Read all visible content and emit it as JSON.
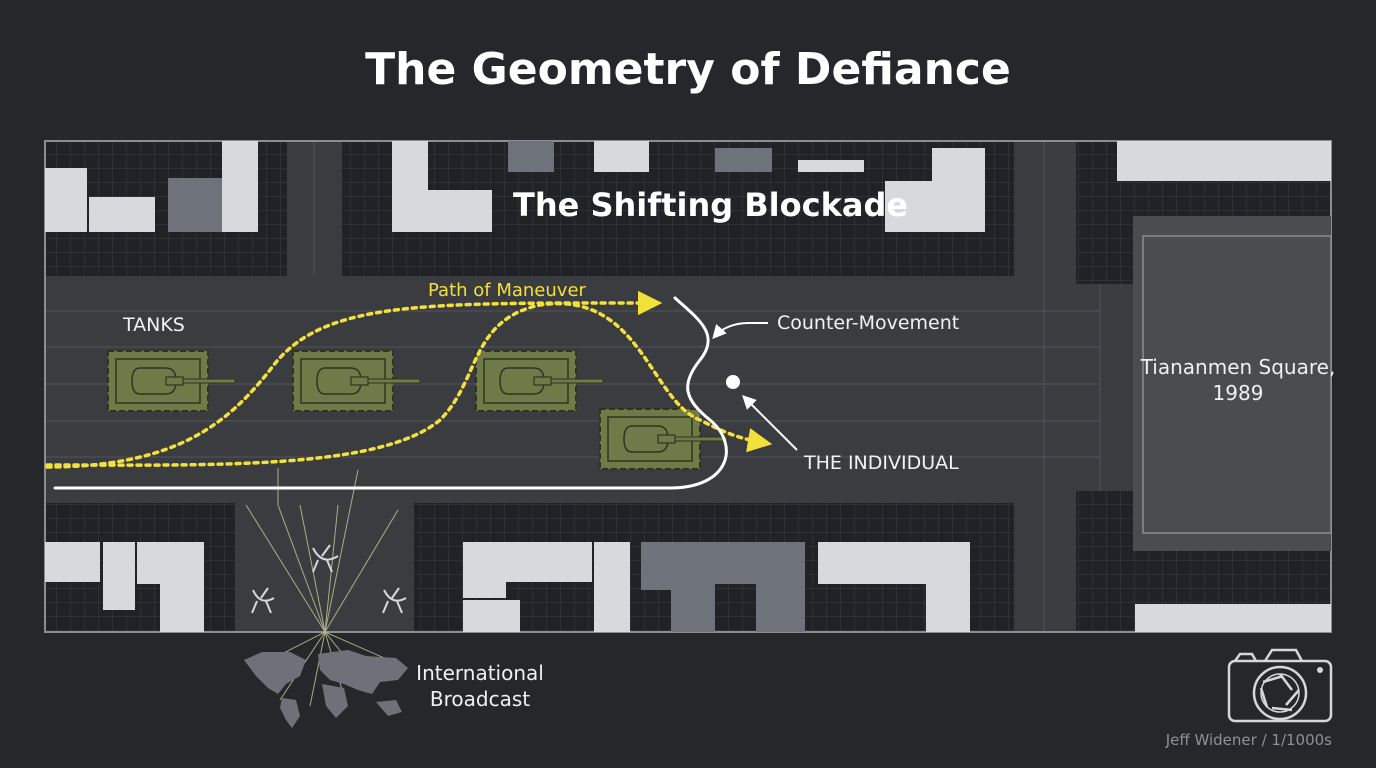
{
  "title": "The Geometry of Defiance",
  "map": {
    "blockade_title": "The Shifting Blockade",
    "tanks_label": "TANKS",
    "path_label": "Path of Maneuver",
    "counter_label": "Counter-Movement",
    "individual_label": "THE INDIVIDUAL",
    "square_label": "Tiananmen Square, 1989",
    "tank_count": 4
  },
  "broadcast": {
    "label": "International Broadcast"
  },
  "credit": {
    "text": "Jeff Widener / 1/1000s"
  },
  "icons": {
    "satellite": "satellite-dish-icon",
    "world": "world-map-icon",
    "camera": "camera-aperture-icon"
  },
  "colors": {
    "background": "#25272b",
    "road": "#3a3c40",
    "building_light": "#d7d9dc",
    "building_mid": "#6e737b",
    "tank": "#6e7a47",
    "path": "#f2e13a",
    "line": "#ffffff"
  }
}
